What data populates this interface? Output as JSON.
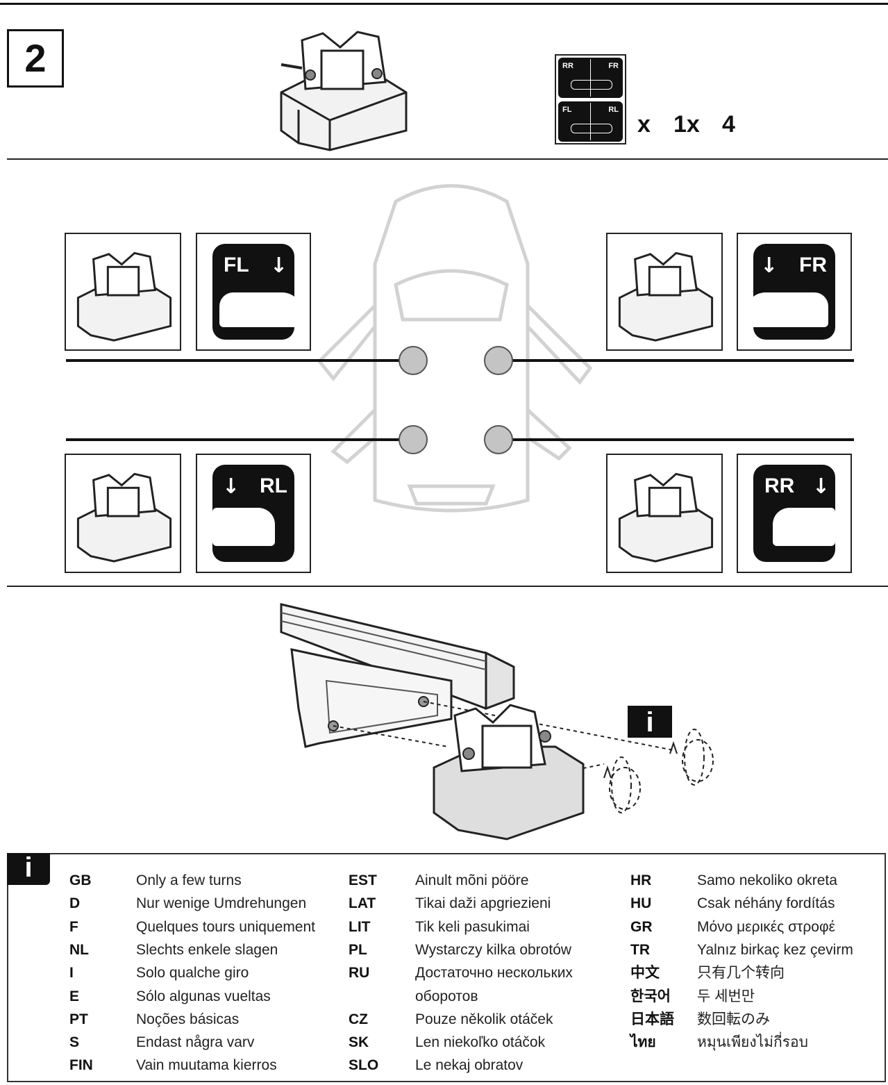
{
  "step": {
    "number": "2"
  },
  "quantity": {
    "multiplier": "x",
    "count": "1x",
    "pieces": "4"
  },
  "mini_labels": {
    "rr": "RR",
    "fr": "FR",
    "fl": "FL",
    "rl": "RL"
  },
  "positions": {
    "fl": {
      "label": "FL",
      "arrow": "↓"
    },
    "fr": {
      "label": "FR",
      "arrow": "↓"
    },
    "rl": {
      "label": "RL",
      "arrow": "↓"
    },
    "rr": {
      "label": "RR",
      "arrow": "↓"
    }
  },
  "info": {
    "icon_text": "i"
  },
  "legend": {
    "col1": [
      {
        "code": "GB",
        "text": "Only a few turns"
      },
      {
        "code": "D",
        "text": "Nur wenige Umdrehungen"
      },
      {
        "code": "F",
        "text": "Quelques tours uniquement"
      },
      {
        "code": "NL",
        "text": "Slechts enkele slagen"
      },
      {
        "code": "I",
        "text": "Solo qualche giro"
      },
      {
        "code": "E",
        "text": "Sólo algunas vueltas"
      },
      {
        "code": "PT",
        "text": "Noções básicas"
      },
      {
        "code": "S",
        "text": "Endast några varv"
      },
      {
        "code": "FIN",
        "text": "Vain muutama kierros"
      }
    ],
    "col2": [
      {
        "code": "EST",
        "text": "Ainult mõni pööre"
      },
      {
        "code": "LAT",
        "text": "Tikai daži apgriezieni"
      },
      {
        "code": "LIT",
        "text": "Tik keli pasukimai"
      },
      {
        "code": "PL",
        "text": "Wystarczy kilka obrotów"
      },
      {
        "code": "RU",
        "text": "Достаточно нескольких"
      },
      {
        "code": "",
        "text": "оборотов"
      },
      {
        "code": "CZ",
        "text": "Pouze několik otáček"
      },
      {
        "code": "SK",
        "text": "Len niekoľko otáčok"
      },
      {
        "code": "SLO",
        "text": "Le nekaj obratov"
      }
    ],
    "col3": [
      {
        "code": "HR",
        "text": "Samo nekoliko okreta"
      },
      {
        "code": "HU",
        "text": "Csak néhány fordítás"
      },
      {
        "code": "GR",
        "text": "Μόνο μερικές στροφέ"
      },
      {
        "code": "TR",
        "text": "Yalnız birkaç kez çevirm"
      },
      {
        "code": "中文",
        "text": "只有几个转向"
      },
      {
        "code": "한국어",
        "text": "두 세번만"
      },
      {
        "code": "日本語",
        "text": "数回転のみ"
      },
      {
        "code": "ไทย",
        "text": "หมุนเพียงไม่กี่รอบ"
      }
    ]
  }
}
